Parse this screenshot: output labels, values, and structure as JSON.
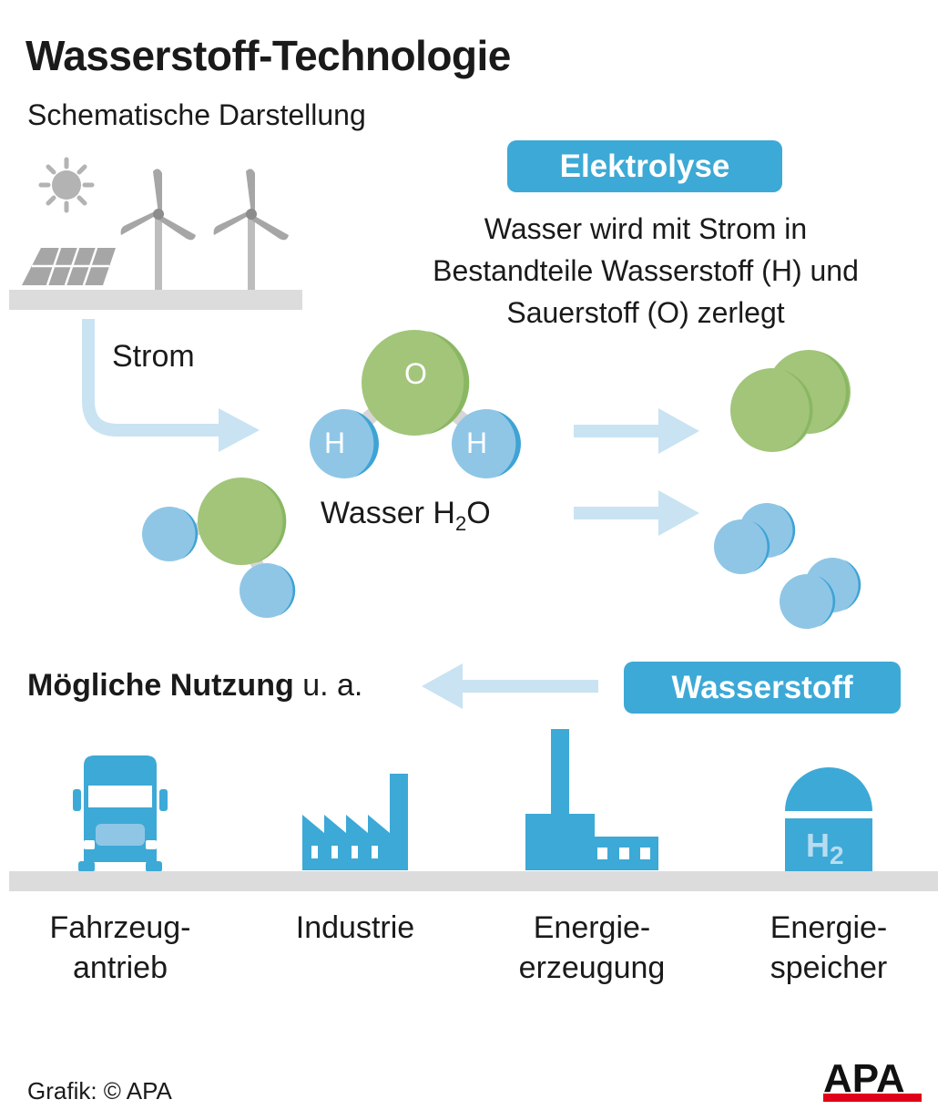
{
  "title": "Wasserstoff-Technologie",
  "subtitle": "Schematische Darstellung",
  "electrolysis": {
    "label": "Elektrolyse",
    "description": [
      "Wasser wird mit Strom in",
      "Bestandteile Wasserstoff (H) und",
      "Sauerstoff (O) zerlegt"
    ]
  },
  "power_label": "Strom",
  "molecule": {
    "oxygen_symbol": "O",
    "hydrogen_symbol": "H",
    "water_label": "Wasser H",
    "water_subscript": "2",
    "water_suffix": "O"
  },
  "hydrogen_label": "Wasserstoff",
  "usage": {
    "heading_bold": "Mögliche Nutzung",
    "heading_rest": " u. a.",
    "items": [
      {
        "line1": "Fahrzeug-",
        "line2": "antrieb"
      },
      {
        "line1": "Industrie",
        "line2": ""
      },
      {
        "line1": "Energie-",
        "line2": "erzeugung"
      },
      {
        "line1": "Energie-",
        "line2": "speicher"
      }
    ],
    "storage_symbol": "H",
    "storage_subscript": "2"
  },
  "credit": "Grafik: © APA",
  "logo": "APA",
  "colors": {
    "accent_blue": "#3da9d6",
    "light_blue_arrow": "#c9e3f3",
    "oxygen_green": "#a2c57a",
    "hydrogen_blue": "#8fc6e6",
    "ground_gray": "#dcdcdc",
    "logo_red": "#e1001a"
  }
}
